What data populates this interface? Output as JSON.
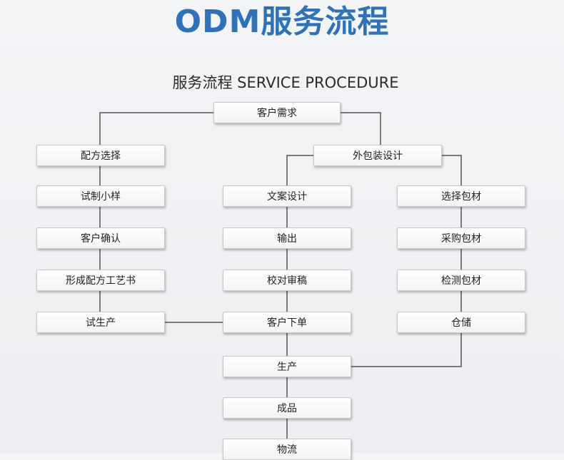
{
  "header": {
    "title": "ODM服务流程",
    "subtitle": "服务流程 SERVICE PROCEDURE"
  },
  "flow": {
    "root": "客户需求",
    "packaging": "外包装设计",
    "left_column": [
      "配方选择",
      "试制小样",
      "客户确认",
      "形成配方工艺书",
      "试生产"
    ],
    "middle_column": [
      "文案设计",
      "输出",
      "校对审稿",
      "客户下单",
      "生产",
      "成品",
      "物流"
    ],
    "right_column": [
      "选择包材",
      "采购包材",
      "检测包材",
      "仓储"
    ]
  },
  "colors": {
    "title": "#2f72b8",
    "line": "#555555",
    "background": "#eef0f3"
  }
}
